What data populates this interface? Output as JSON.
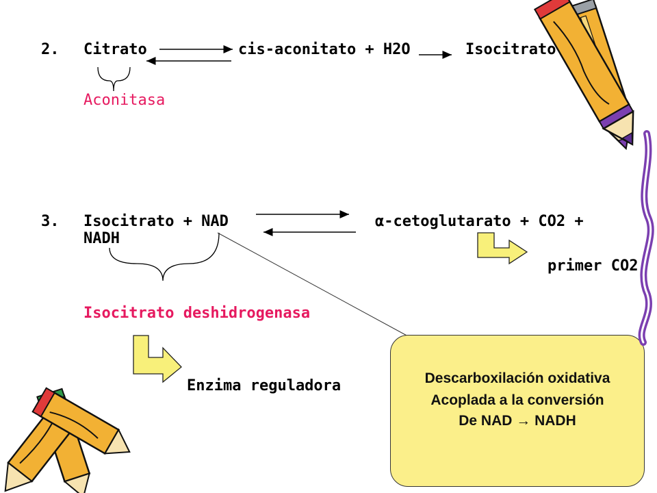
{
  "step2": {
    "number": "2.",
    "citrato": "Citrato",
    "cis": "cis-aconitato + H2O",
    "isocitrato": "Isocitrato",
    "enzyme": "Aconitasa"
  },
  "step3": {
    "number": "3.",
    "left": "Isocitrato + NAD",
    "right": "α-cetoglutarato + CO2 +",
    "continuation": "NADH",
    "note": "primer CO2",
    "enzyme": "Isocitrato deshidrogenasa",
    "regulator": "Enzima reguladora"
  },
  "box": {
    "line1": "Descarboxilación oxidativa",
    "line2": "Acoplada a la conversión",
    "line3": "De NAD  NADH",
    "arrow": "→"
  },
  "colors": {
    "enzyme_text": "#e6195f",
    "box_fill": "#fbef8a",
    "pencil_body": "#f2b134",
    "pencil_edge": "#7b3fb0"
  },
  "decorations": [
    "pencil-icon",
    "pencil-icon",
    "pencil-icon",
    "pencil-icon",
    "purple-scribble"
  ]
}
